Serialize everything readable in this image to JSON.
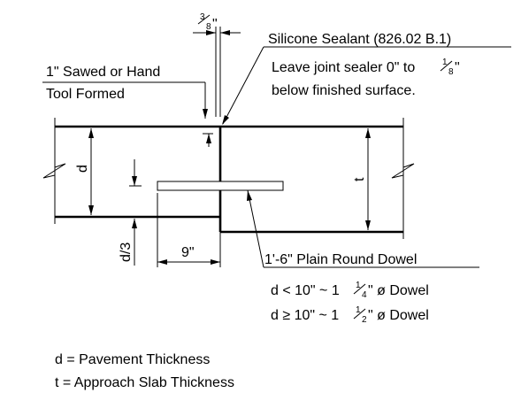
{
  "labels": {
    "top_fraction_whole": "",
    "top_fraction_num": "3",
    "top_fraction_den": "8",
    "top_fraction_unit": "\"",
    "sealant_title": "Silicone Sealant (826.02 B.1)",
    "sealant_line2_a": "Leave joint sealer 0\" to ",
    "sealant_line2_num": "1",
    "sealant_line2_den": "8",
    "sealant_line2_b": "\"",
    "sealant_line3": "below finished surface.",
    "sawed_line1": "1\" Sawed or Hand",
    "sawed_line2": "Tool Formed",
    "dim_d": "d",
    "dim_t": "t",
    "dim_d3": "d/3",
    "dim_9": "9\"",
    "dowel_title": "1'-6\" Plain Round Dowel",
    "dowel_line1_a": "d < 10\" ~ 1",
    "dowel_line1_num": "1",
    "dowel_line1_den": "4",
    "dowel_line1_b": "\" ø Dowel",
    "dowel_line2_a": "d ≥ 10\" ~ 1",
    "dowel_line2_num": "1",
    "dowel_line2_den": "2",
    "dowel_line2_b": "\" ø Dowel",
    "legend_d": "d = Pavement Thickness",
    "legend_t": "t = Approach Slab Thickness"
  }
}
